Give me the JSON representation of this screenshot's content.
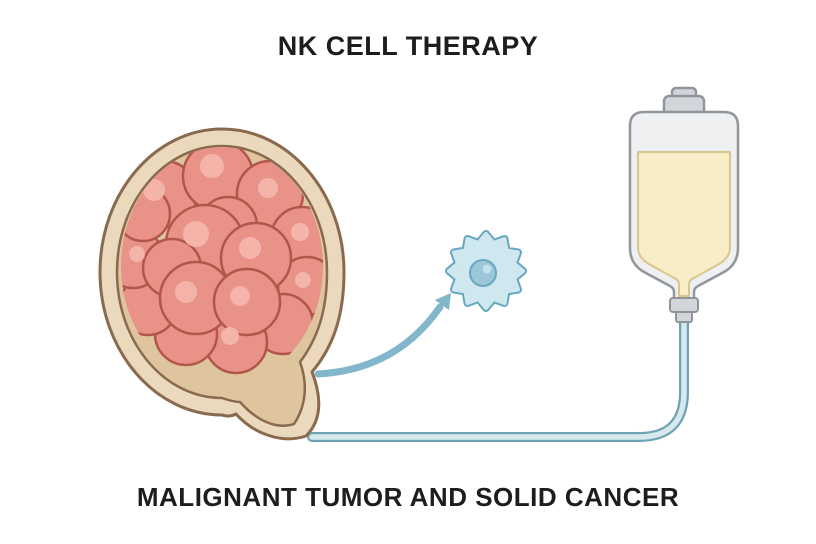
{
  "page": {
    "title": "NK CELL THERAPY",
    "caption": "MALIGNANT TUMOR AND SOLID CANCER"
  },
  "elements": {
    "tumor": "malignant-tumor-cross-section",
    "nk_cell": "nk-cell",
    "arrow": "tumor-to-nk-cell-arrow",
    "iv_bag": "iv-infusion-bag",
    "tube": "iv-tube"
  },
  "palette": {
    "background": "#ffffff",
    "text": "#1d1d1f",
    "tumor_wall": "#ead9bc",
    "tumor_lumen": "#dfc59e",
    "tumor_outline": "#8a6a4e",
    "tumor_mass": "#e99288",
    "tumor_mass_outline": "#b2564c",
    "tumor_mass_highlight": "#f4b4aa",
    "nk_cell_body": "#cfe7ee",
    "nk_cell_outline": "#67a7bf",
    "nk_cell_nucleus": "#9bc7d8",
    "arrow_color": "#82b7cb",
    "bag_body": "#eef0f2",
    "bag_outline": "#90969c",
    "bag_fluid": "#f7edc6",
    "bag_fluid_outline": "#d9c68e",
    "bag_cap": "#d2d6da",
    "tube_fill": "#d8e9ee",
    "tube_outline": "#6fa2b4"
  }
}
